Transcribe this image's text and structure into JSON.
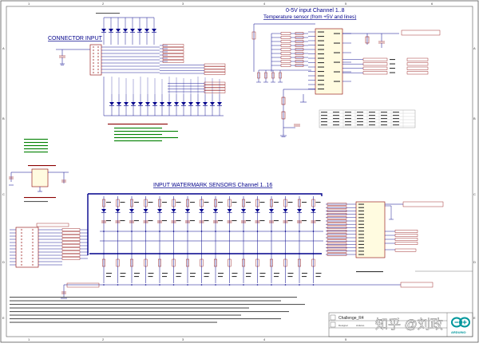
{
  "frame": {
    "col_labels": [
      "1",
      "2",
      "3",
      "4",
      "5",
      "6"
    ],
    "row_labels": [
      "A",
      "B",
      "C",
      "D",
      "E"
    ]
  },
  "sections": {
    "connector": "CONNECTOR INPUT",
    "analog_line1": "0-5V input  Channel 1..8",
    "analog_line2": "Temperature sensor (from +5V and lines)",
    "watermark": "INPUT WATERMARK SENSORS Channel 1..16"
  },
  "title_block": {
    "title": "Challenge_R4",
    "designer_label": "Designer",
    "designer": "Arduino"
  },
  "watermark_text": "知乎 @刘政",
  "brand": {
    "name": "ARDUINO",
    "color": "#00979c"
  },
  "colors": {
    "wire": "#00008b",
    "component": "#8b0000",
    "net_label": "#8b0000",
    "note": "#008000",
    "bus": "#00008b"
  }
}
